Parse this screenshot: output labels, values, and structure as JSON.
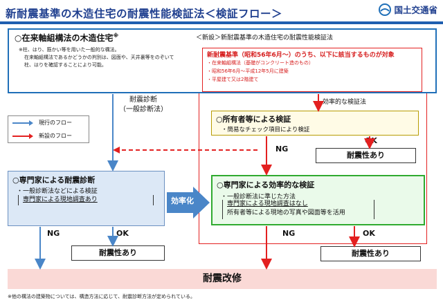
{
  "title": "新耐震基準の木造住宅の耐震性能検証法＜検証フロー＞",
  "logo": {
    "name": "国土交通省",
    "icon": "mlit-logo-icon",
    "color": "#1f6fb8"
  },
  "colors": {
    "blue_arrow": "#4a86c8",
    "red_arrow": "#e32020",
    "title": "#1f3f8f"
  },
  "top_box": {
    "heading": "○在来軸組構法の木造住宅",
    "heading_mark": "※",
    "notes": [
      "※柱、はり、筋かい等を用いた一般的な構法。",
      "在来軸組構法であるかどうかの判別は、図面や、天井裏等をのぞいて",
      "柱、はりを確認することにより可能。"
    ]
  },
  "new_method_label": "＜新設＞新耐震基準の木造住宅の耐震性能検証法",
  "criteria": {
    "title": "新耐震基準（昭和56年6月～）のうち、以下に該当するものが対象",
    "items": [
      "・在来軸組構法（基礎がコンクリート造のもの）",
      "・昭和56年6月～平成12年5月に建築",
      "・平屋建て又は2階建て"
    ]
  },
  "diagnosis_label": [
    "耐震診断",
    "（一般診断法）"
  ],
  "efficient_method_label": "効率的な検証法",
  "legend": {
    "current": "現行のフロー",
    "new": "新設のフロー"
  },
  "owner_check": {
    "heading": "○所有者等による検証",
    "sub": "・簡易なチェック項目により検証"
  },
  "expert_diag": {
    "heading": "○専門家による耐震診断",
    "sub": "・一般診断法などによる検証",
    "survey": "専門家による現地調査あり"
  },
  "efficiency_label": "効率化",
  "expert_eff": {
    "heading": "○専門家による効率的な検証",
    "sub": "・一般診断法に準じた方法",
    "survey": "専門家による現地調査はなし",
    "note": "所有者等による現地の写真や図面等を活用"
  },
  "ng": "NG",
  "ok": "OK",
  "ok_result": "耐震性あり",
  "retrofit": "耐震改修",
  "footnote": "※他の構法の建築物については、構造方法に応じて、耐震診断方法が定められている。"
}
